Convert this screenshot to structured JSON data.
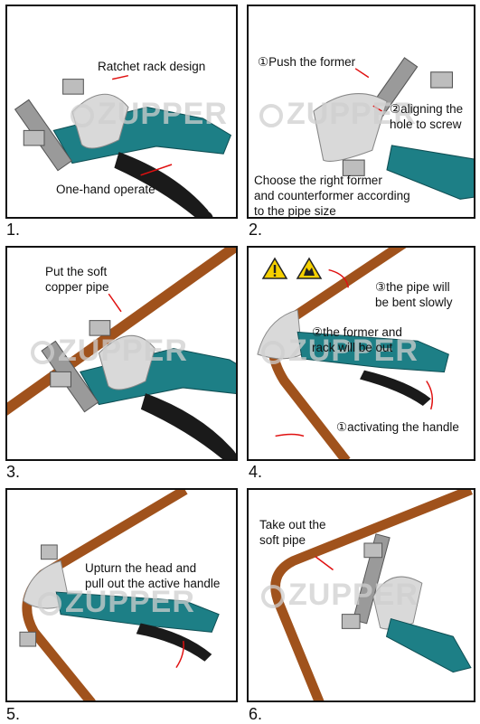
{
  "watermark": "ZUPPER",
  "colors": {
    "pipe": "#a0521c",
    "pipe_dark": "#6e3511",
    "handle": "#1d7f86",
    "grip": "#1a1a1a",
    "former": "#d9d9d9",
    "arrow": "#e01010",
    "warn": "#f5d000"
  },
  "panels": [
    {
      "number": "1.",
      "captions": [
        "Ratchet rack design",
        "One-hand operate"
      ]
    },
    {
      "number": "2.",
      "captions": [
        "①Push the former",
        "②aligning the",
        "hole to screw",
        "Choose the right former",
        "and counterformer according",
        "to the pipe size"
      ]
    },
    {
      "number": "3.",
      "captions": [
        "Put the soft",
        "copper pipe"
      ]
    },
    {
      "number": "4.",
      "captions": [
        "③the pipe will",
        "be bent slowly",
        "②the former and",
        "rack will be out",
        "①activating the handle"
      ],
      "icons": [
        "warning-icon",
        "hand-crush-warning-icon"
      ]
    },
    {
      "number": "5.",
      "captions": [
        "Upturn the head and",
        "pull out the active handle"
      ]
    },
    {
      "number": "6.",
      "captions": [
        "Take out the",
        "soft pipe"
      ]
    }
  ]
}
